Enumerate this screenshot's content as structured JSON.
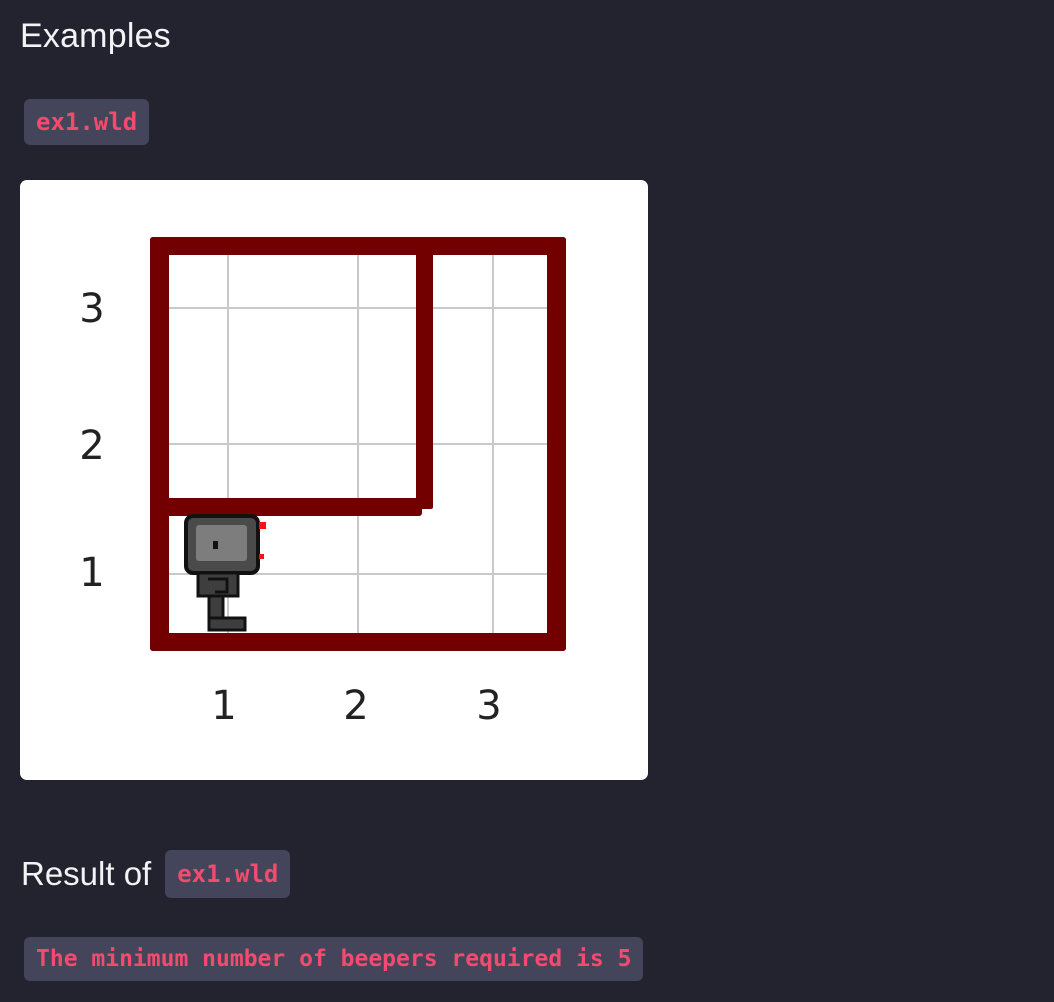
{
  "section": {
    "title": "Examples"
  },
  "example": {
    "file_label": "ex1.wld",
    "world": {
      "columns": 3,
      "rows": 3,
      "column_labels": [
        "1",
        "2",
        "3"
      ],
      "row_labels": [
        "1",
        "2",
        "3"
      ],
      "wall_color": "#730000",
      "grid_color": "#c8c8c8",
      "robot_position": {
        "street": 1,
        "avenue": 1
      },
      "robot_direction": "east"
    }
  },
  "result": {
    "prefix": "Result of",
    "file_label": "ex1.wld",
    "output": "The minimum number of beepers required is 5"
  },
  "colors": {
    "background": "#23232f",
    "chip_background": "#44445a",
    "chip_text": "#f24b6f",
    "text": "#f3f3f6"
  }
}
